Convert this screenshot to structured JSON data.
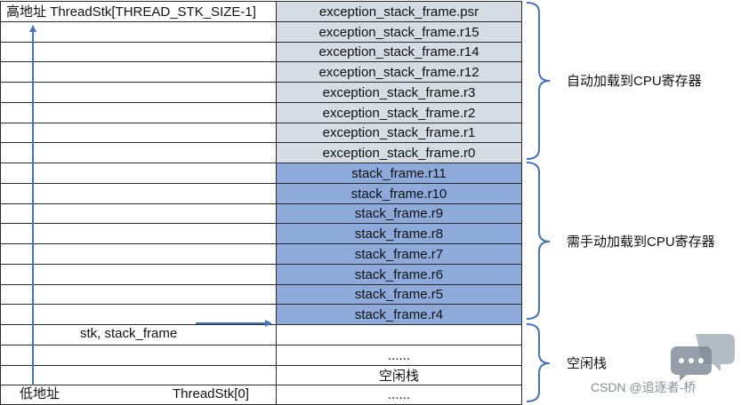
{
  "left_labels": {
    "high_address": "高地址 ThreadStk[THREAD_STK_SIZE-1]",
    "stk_pointer": "stk,   stack_frame",
    "low_address": "低地址",
    "stack_base": "ThreadStk[0]"
  },
  "auto_saved": [
    "exception_stack_frame.psr",
    "exception_stack_frame.r15",
    "exception_stack_frame.r14",
    "exception_stack_frame.r12",
    "exception_stack_frame.r3",
    "exception_stack_frame.r2",
    "exception_stack_frame.r1",
    "exception_stack_frame.r0"
  ],
  "manual_saved": [
    "stack_frame.r11",
    "stack_frame.r10",
    "stack_frame.r9",
    "stack_frame.r8",
    "stack_frame.r7",
    "stack_frame.r6",
    "stack_frame.r5",
    "stack_frame.r4"
  ],
  "free_cells": [
    "",
    "......",
    "空闲栈",
    "......"
  ],
  "brace_labels": {
    "auto": "自动加载到CPU寄存器",
    "manual": "需手动加载到CPU寄存器",
    "free": "空闲栈"
  },
  "watermark": "CSDN @追逐者-桥",
  "colors": {
    "auto_fill": "#d6dce4",
    "manual_fill": "#8eaadb",
    "arrow": "#4472c4",
    "brace": "#4472c4"
  }
}
